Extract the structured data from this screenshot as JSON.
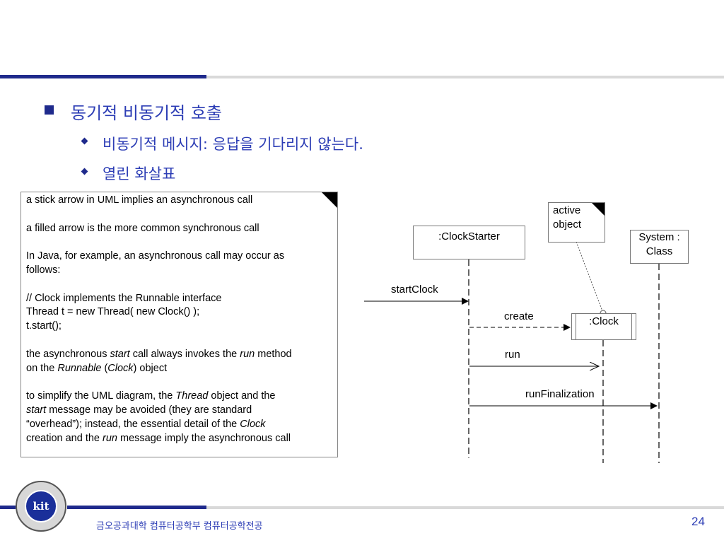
{
  "title": "동기적 비동기적 호출",
  "bullets": [
    "비동기적 메시지: 응답을 기다리지 않는다.",
    "열린 화살표"
  ],
  "note_lines": [
    "a stick arrow in UML implies an asynchronous call",
    "",
    "a filled arrow is the more common synchronous call",
    "",
    "In Java, for example, an asynchronous call may occur as",
    "follows:",
    "",
    "// Clock implements the Runnable interface",
    "Thread t = new Thread( new Clock() );",
    "t.start();",
    ""
  ],
  "note_rich": {
    "l1a": "the asynchronous ",
    "l1b": "start",
    "l1c": " call always invokes the ",
    "l1d": "run",
    "l1e": " method",
    "l2a": "on the ",
    "l2b": "Runnable",
    "l2c": " (",
    "l2d": "Clock",
    "l2e": ") object",
    "l3a": "to simplify the UML diagram, the ",
    "l3b": "Thread",
    "l3c": " object and the",
    "l4a": "start",
    "l4b": " message may be avoided (they are standard",
    "l5a": "“overhead”); instead, the essential detail of the ",
    "l5b": "Clock",
    "l6a": "creation and the ",
    "l6b": "run",
    "l6c": " message imply the asynchronous call"
  },
  "diagram": {
    "active_object_note": [
      "active",
      "object"
    ],
    "clock_starter": ":ClockStarter",
    "system_class": [
      "System :",
      "Class"
    ],
    "clock": ":Clock",
    "messages": {
      "start_clock": "startClock",
      "create": "create",
      "run": "run",
      "run_finalization": "runFinalization"
    }
  },
  "footer": "금오공과대학 컴퓨터공학부 컴퓨터공학전공",
  "page_number": "24",
  "logo_text": "kit",
  "colors": {
    "accent": "#1f2a8c",
    "title_text": "#2c3db5",
    "rule_gray": "#d9d9d9"
  }
}
